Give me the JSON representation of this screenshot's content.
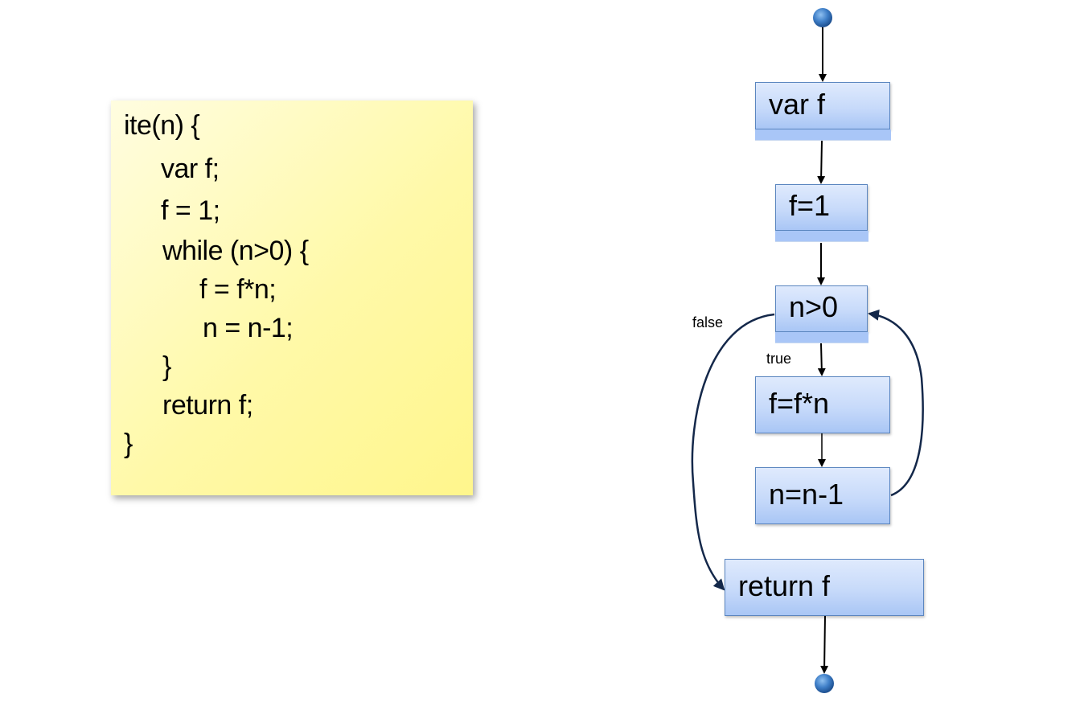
{
  "code_note": {
    "lines": [
      "ite(n) {",
      "var f;",
      "f = 1;",
      "while (n>0) {",
      "f = f*n;",
      "n = n-1;",
      "}",
      "return f;",
      "}"
    ]
  },
  "flowchart": {
    "nodes": {
      "var_f": "var f",
      "f_eq_1": "f=1",
      "cond": "n>0",
      "mul": "f=f*n",
      "dec": "n=n-1",
      "ret": "return f"
    },
    "edge_labels": {
      "false": "false",
      "true": "true"
    },
    "colors": {
      "node_fill": "#c7dafa",
      "node_border": "#5b86c0",
      "terminal": "#3f7fc8",
      "loop_edge": "#14284a",
      "note_fill": "#fff9a8"
    }
  }
}
